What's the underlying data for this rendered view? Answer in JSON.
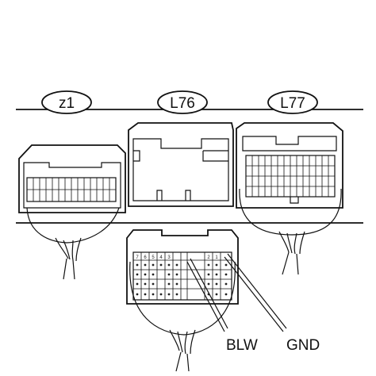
{
  "connectors": {
    "z1": {
      "tag": "z1"
    },
    "l76": {
      "tag": "L76"
    },
    "l77": {
      "tag": "L77"
    }
  },
  "callouts": {
    "blw": "BLW",
    "gnd": "GND"
  },
  "pins": {
    "row1": [
      "7",
      "6",
      "5",
      "4",
      "3",
      "2",
      "1"
    ]
  }
}
